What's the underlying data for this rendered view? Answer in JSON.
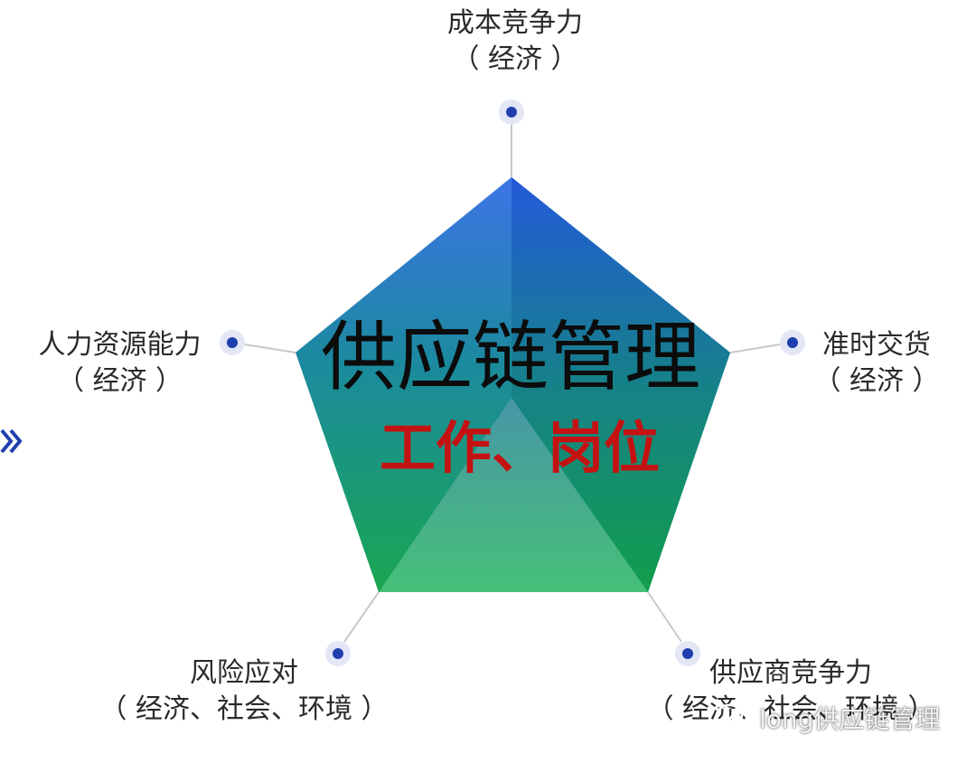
{
  "diagram": {
    "center_title": "供应链管理",
    "center_subtitle": "工作、岗位",
    "nodes": [
      {
        "id": "top",
        "title": "成本竞争力",
        "sub": "（ 经济 ）"
      },
      {
        "id": "right",
        "title": "准时交货",
        "sub": "（ 经济 ）"
      },
      {
        "id": "bottom_right",
        "title": "供应商竞争力",
        "sub": "（ 经济、社会、环境 ）"
      },
      {
        "id": "bottom_left",
        "title": "风险应对",
        "sub": "（ 经济、社会、环境 ）"
      },
      {
        "id": "left",
        "title": "人力资源能力",
        "sub": "（ 经济 ）"
      }
    ]
  },
  "watermark": {
    "text": "long供应链管理",
    "icon": "wechat-icon"
  },
  "decor": {
    "left_arrow_icon": "double-chevron-right-icon"
  },
  "colors": {
    "pentagon_top": "#2f63e0",
    "pentagon_mid": "#1b8e9a",
    "pentagon_bottom": "#1aa85a",
    "dot_center": "#1f3fae",
    "dot_ring": "#e2e6f5",
    "connector": "#c8c8c8",
    "title_main": "#0c0c0c",
    "title_sub": "#c41212",
    "chevron": "#1f3fae"
  }
}
